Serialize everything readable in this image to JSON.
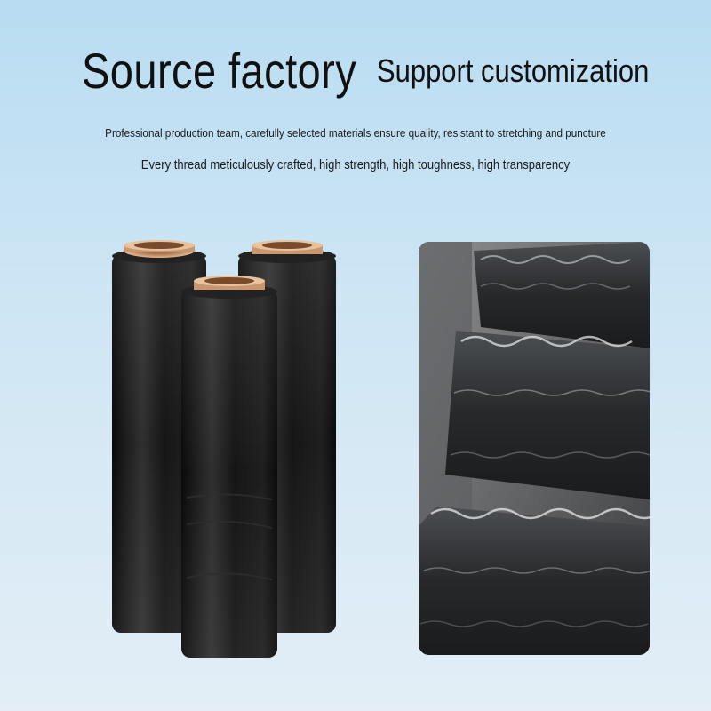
{
  "headline": {
    "title": "Source factory",
    "subtitle": "Support customization"
  },
  "taglines": [
    "Professional production team, carefully selected materials ensure quality, resistant to stretching and puncture",
    "Every thread meticulously crafted, high strength, high toughness, high transparency"
  ],
  "colors": {
    "background_top": "#b9dcf2",
    "background_bottom": "#e3eef6",
    "film": "#141414",
    "core": "#d4a57e",
    "text": "#111111"
  },
  "images": {
    "rolls": "three-black-stretch-film-rolls",
    "photo": "stacked-wrapped-goods-photo"
  }
}
